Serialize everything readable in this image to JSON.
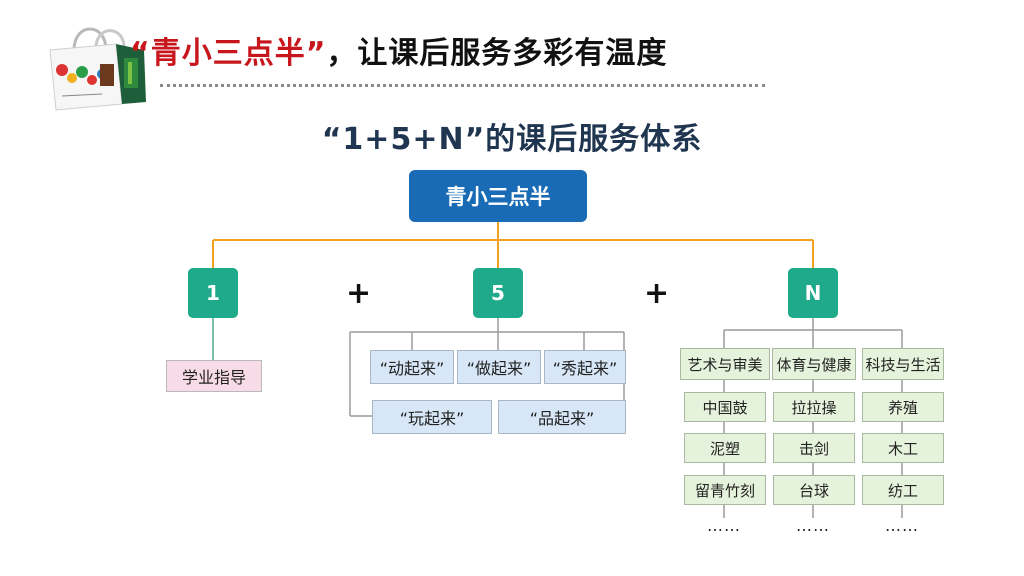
{
  "header": {
    "title_quoted": "“青小三点半”",
    "title_rest": "，让课后服务多彩有温度",
    "subtitle": "“1+5+N”的课后服务体系"
  },
  "diagram": {
    "root": "青小三点半",
    "nodes": {
      "one": "1",
      "five": "5",
      "n": "N"
    },
    "plus_sign": "+",
    "one_child": "学业指导",
    "five_children": [
      "“动起来”",
      "“做起来”",
      "“秀起来”",
      "“玩起来”",
      "“品起来”"
    ],
    "n_columns": [
      {
        "header": "艺术与审美",
        "items": [
          "中国鼓",
          "泥塑",
          "留青竹刻"
        ]
      },
      {
        "header": "体育与健康",
        "items": [
          "拉拉操",
          "击剑",
          "台球"
        ]
      },
      {
        "header": "科技与生活",
        "items": [
          "养殖",
          "木工",
          "纺工"
        ]
      }
    ],
    "ellipsis": "……"
  },
  "colors": {
    "title_red": "#c8161d",
    "root_blue": "#1a6bb5",
    "node_green": "#1faa8c",
    "connector_orange": "#f0a21e",
    "pink_box": "#f7dbe6",
    "blue_box": "#d7e7f7",
    "green_box": "#e6f3dc"
  }
}
